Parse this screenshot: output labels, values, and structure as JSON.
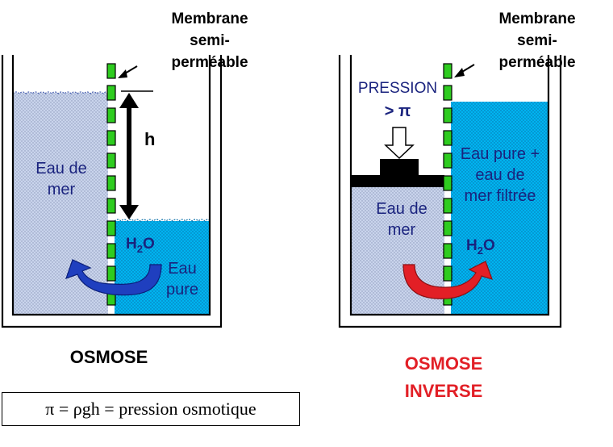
{
  "left": {
    "membrane_label_line1": "Membrane",
    "membrane_label_line2": "semi-perméable",
    "height_label": "h",
    "sea_water_line1": "Eau de",
    "sea_water_line2": "mer",
    "molecule_main": "H",
    "molecule_sub": "2",
    "molecule_end": "O",
    "pure_water_line1": "Eau",
    "pure_water_line2": "pure",
    "title": "OSMOSE"
  },
  "right": {
    "membrane_label_line1": "Membrane",
    "membrane_label_line2": "semi-perméable",
    "pressure_line1": "PRESSION",
    "pressure_line2": "> π",
    "sea_water_line1": "Eau de",
    "sea_water_line2": "mer",
    "filtered_line1": "Eau pure +",
    "filtered_line2": "eau de",
    "filtered_line3": "mer filtrée",
    "molecule_main": "H",
    "molecule_sub": "2",
    "molecule_end": "O",
    "title_line1": "OSMOSE",
    "title_line2": "INVERSE"
  },
  "formula": "π = ρgh = pression osmotique",
  "colors": {
    "sea_water": "#c9d4ec",
    "pure_water": "#00b4f0",
    "membrane": "#2ecc1f",
    "blue_arrow": "#1f3fbf",
    "red_arrow": "#e21f26",
    "text_blue": "#1a237e",
    "title_red": "#e21f26"
  }
}
